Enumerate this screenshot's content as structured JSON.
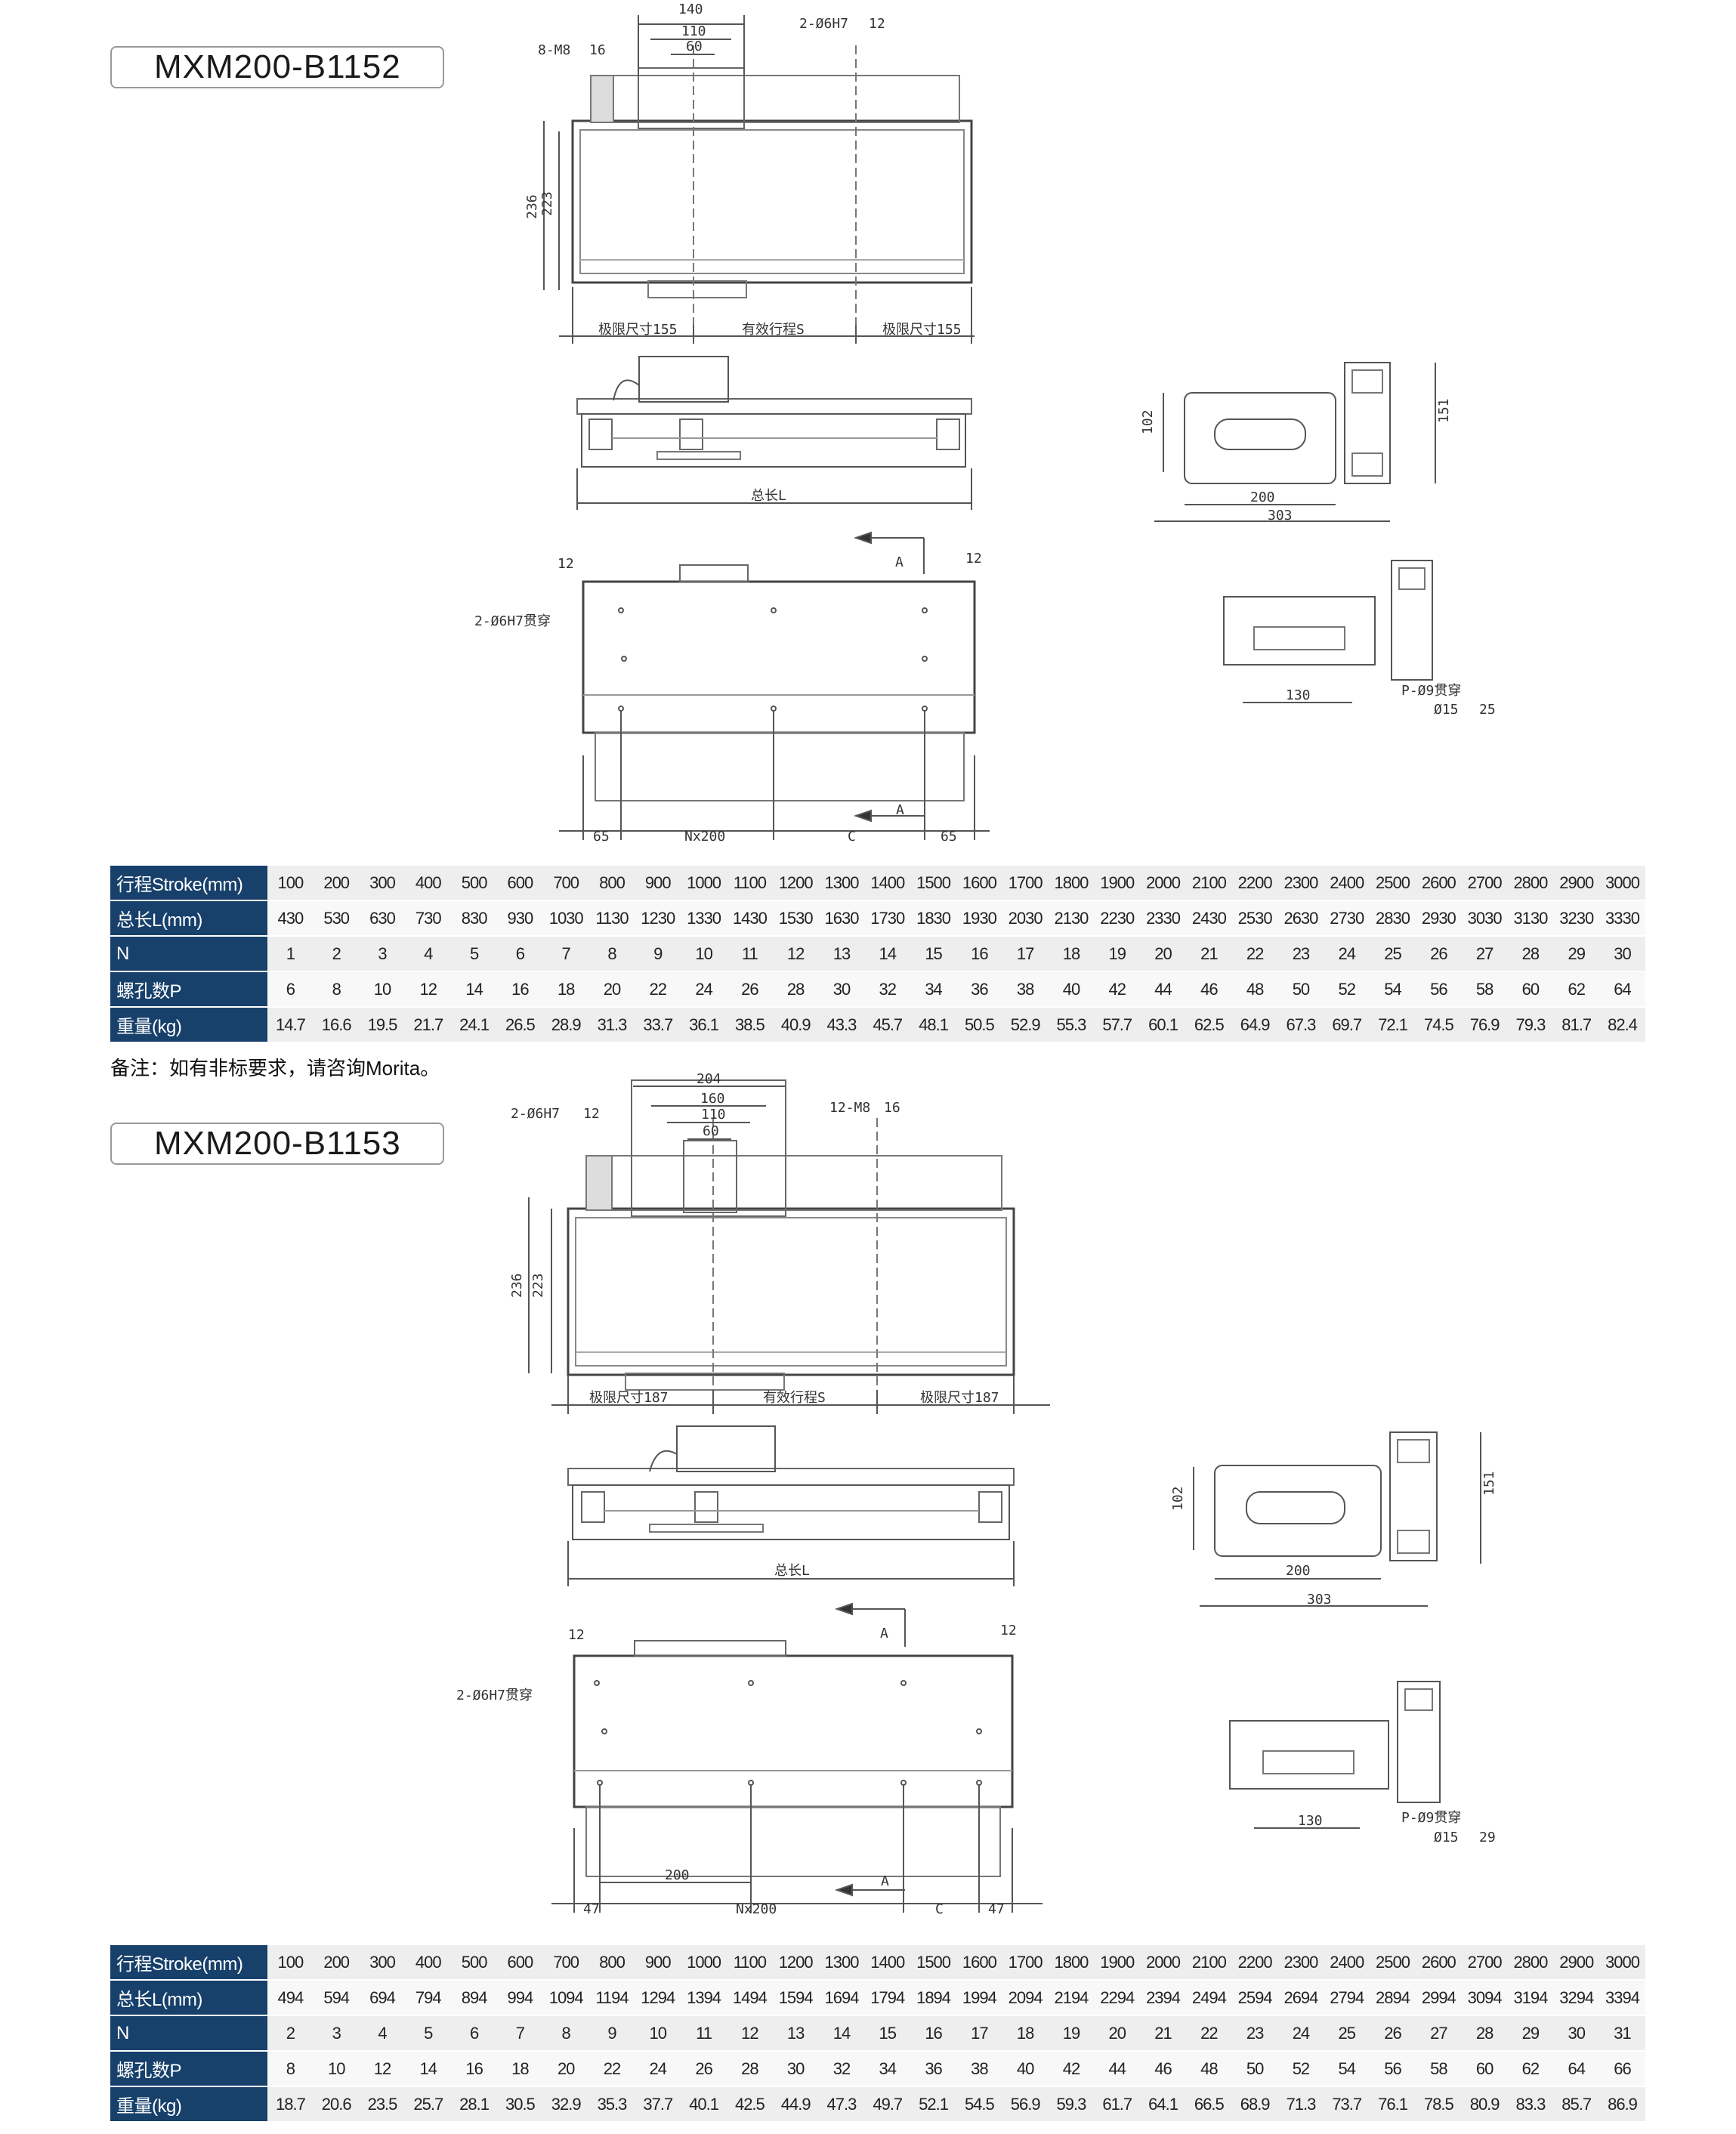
{
  "sections": [
    {
      "model": "MXM200-B1152",
      "top_view": {
        "dims": [
          "140",
          "110",
          "60",
          "8-M8",
          "16",
          "2-Ø6H7",
          "12",
          "236",
          "223"
        ],
        "limit_left": "极限尺寸155",
        "stroke": "有效行程S",
        "limit_right": "极限尺寸155"
      },
      "side_view": {
        "total": "总长L"
      },
      "end_view": {
        "h1": "102",
        "h2": "151",
        "w1": "200",
        "w2": "303"
      },
      "bottom_view": {
        "left_margin": "12",
        "right_margin": "12",
        "section_mark": "A",
        "pin_hole": "2-Ø6H7贯穿",
        "left_end": "65",
        "pitch": "Nx200",
        "c": "C",
        "right_end": "65"
      },
      "section_view": {
        "w": "130",
        "hole1": "P-Ø9贯穿",
        "hole2": "Ø15",
        "depth": "25"
      },
      "table": {
        "rows": [
          {
            "label": "行程Stroke(mm)",
            "values": [
              "100",
              "200",
              "300",
              "400",
              "500",
              "600",
              "700",
              "800",
              "900",
              "1000",
              "1100",
              "1200",
              "1300",
              "1400",
              "1500",
              "1600",
              "1700",
              "1800",
              "1900",
              "2000",
              "2100",
              "2200",
              "2300",
              "2400",
              "2500",
              "2600",
              "2700",
              "2800",
              "2900",
              "3000"
            ]
          },
          {
            "label": "总长L(mm)",
            "values": [
              "430",
              "530",
              "630",
              "730",
              "830",
              "930",
              "1030",
              "1130",
              "1230",
              "1330",
              "1430",
              "1530",
              "1630",
              "1730",
              "1830",
              "1930",
              "2030",
              "2130",
              "2230",
              "2330",
              "2430",
              "2530",
              "2630",
              "2730",
              "2830",
              "2930",
              "3030",
              "3130",
              "3230",
              "3330"
            ]
          },
          {
            "label": "N",
            "values": [
              "1",
              "2",
              "3",
              "4",
              "5",
              "6",
              "7",
              "8",
              "9",
              "10",
              "11",
              "12",
              "13",
              "14",
              "15",
              "16",
              "17",
              "18",
              "19",
              "20",
              "21",
              "22",
              "23",
              "24",
              "25",
              "26",
              "27",
              "28",
              "29",
              "30"
            ]
          },
          {
            "label": "螺孔数P",
            "values": [
              "6",
              "8",
              "10",
              "12",
              "14",
              "16",
              "18",
              "20",
              "22",
              "24",
              "26",
              "28",
              "30",
              "32",
              "34",
              "36",
              "38",
              "40",
              "42",
              "44",
              "46",
              "48",
              "50",
              "52",
              "54",
              "56",
              "58",
              "60",
              "62",
              "64"
            ]
          },
          {
            "label": "重量(kg)",
            "values": [
              "14.7",
              "16.6",
              "19.5",
              "21.7",
              "24.1",
              "26.5",
              "28.9",
              "31.3",
              "33.7",
              "36.1",
              "38.5",
              "40.9",
              "43.3",
              "45.7",
              "48.1",
              "50.5",
              "52.9",
              "55.3",
              "57.7",
              "60.1",
              "62.5",
              "64.9",
              "67.3",
              "69.7",
              "72.1",
              "74.5",
              "76.9",
              "79.3",
              "81.7",
              "82.4"
            ]
          }
        ]
      }
    },
    {
      "model": "MXM200-B1153",
      "top_view": {
        "dims": [
          "204",
          "160",
          "110",
          "60",
          "2-Ø6H7",
          "12",
          "12-M8",
          "16",
          "236",
          "223"
        ],
        "limit_left": "极限尺寸187",
        "stroke": "有效行程S",
        "limit_right": "极限尺寸187"
      },
      "side_view": {
        "total": "总长L"
      },
      "end_view": {
        "h1": "102",
        "h2": "151",
        "w1": "200",
        "w2": "303"
      },
      "bottom_view": {
        "left_margin": "12",
        "right_margin": "12",
        "section_mark": "A",
        "pin_hole": "2-Ø6H7贯穿",
        "left_end": "47",
        "pitch": "Nx200",
        "c": "C",
        "right_end": "47",
        "gap": "200"
      },
      "section_view": {
        "w": "130",
        "hole1": "P-Ø9贯穿",
        "hole2": "Ø15",
        "depth": "29"
      },
      "table": {
        "rows": [
          {
            "label": "行程Stroke(mm)",
            "values": [
              "100",
              "200",
              "300",
              "400",
              "500",
              "600",
              "700",
              "800",
              "900",
              "1000",
              "1100",
              "1200",
              "1300",
              "1400",
              "1500",
              "1600",
              "1700",
              "1800",
              "1900",
              "2000",
              "2100",
              "2200",
              "2300",
              "2400",
              "2500",
              "2600",
              "2700",
              "2800",
              "2900",
              "3000"
            ]
          },
          {
            "label": "总长L(mm)",
            "values": [
              "494",
              "594",
              "694",
              "794",
              "894",
              "994",
              "1094",
              "1194",
              "1294",
              "1394",
              "1494",
              "1594",
              "1694",
              "1794",
              "1894",
              "1994",
              "2094",
              "2194",
              "2294",
              "2394",
              "2494",
              "2594",
              "2694",
              "2794",
              "2894",
              "2994",
              "3094",
              "3194",
              "3294",
              "3394"
            ]
          },
          {
            "label": "N",
            "values": [
              "2",
              "3",
              "4",
              "5",
              "6",
              "7",
              "8",
              "9",
              "10",
              "11",
              "12",
              "13",
              "14",
              "15",
              "16",
              "17",
              "18",
              "19",
              "20",
              "21",
              "22",
              "23",
              "24",
              "25",
              "26",
              "27",
              "28",
              "29",
              "30",
              "31"
            ]
          },
          {
            "label": "螺孔数P",
            "values": [
              "8",
              "10",
              "12",
              "14",
              "16",
              "18",
              "20",
              "22",
              "24",
              "26",
              "28",
              "30",
              "32",
              "34",
              "36",
              "38",
              "40",
              "42",
              "44",
              "46",
              "48",
              "50",
              "52",
              "54",
              "56",
              "58",
              "60",
              "62",
              "64",
              "66"
            ]
          },
          {
            "label": "重量(kg)",
            "values": [
              "18.7",
              "20.6",
              "23.5",
              "25.7",
              "28.1",
              "30.5",
              "32.9",
              "35.3",
              "37.7",
              "40.1",
              "42.5",
              "44.9",
              "47.3",
              "49.7",
              "52.1",
              "54.5",
              "56.9",
              "59.3",
              "61.7",
              "64.1",
              "66.5",
              "68.9",
              "71.3",
              "73.7",
              "76.1",
              "78.5",
              "80.9",
              "83.3",
              "85.7",
              "86.9"
            ]
          }
        ]
      }
    }
  ],
  "note": "备注：如有非标要求，请咨询Morita。",
  "colors": {
    "table_header": "#17406b",
    "row_odd": "#eeeeee",
    "row_even": "#f8f8f8"
  }
}
